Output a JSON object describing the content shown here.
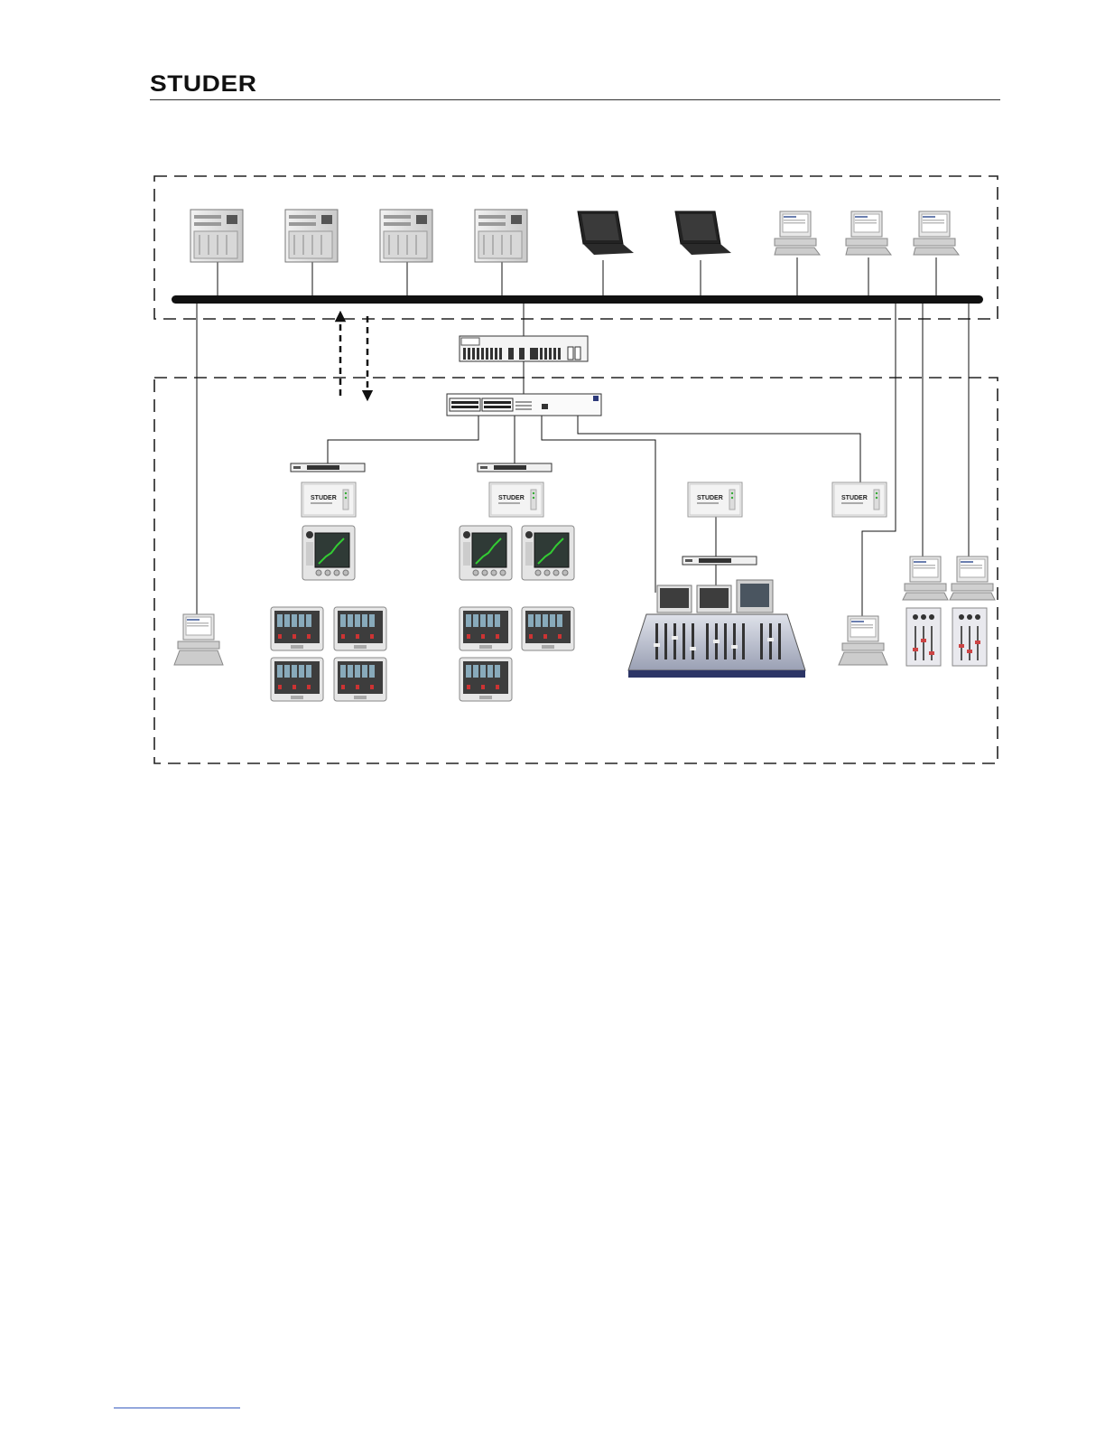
{
  "header": {
    "brand": "STUDER"
  },
  "diagram": {
    "device_brand_label": "STUDER",
    "zones": [
      {
        "id": "upper-network-zone"
      },
      {
        "id": "lower-production-zone"
      }
    ],
    "devices": {
      "servers": 4,
      "laptops": 2,
      "top_workstations": 3,
      "patch_panel": 1,
      "main_switch": 1,
      "small_switches": 3,
      "core_frames": 4,
      "touch_screen_units": 3,
      "fader_monitor_screens": 7,
      "mixing_console": 1,
      "lower_workstations": 4,
      "fader_panels": 2
    }
  }
}
